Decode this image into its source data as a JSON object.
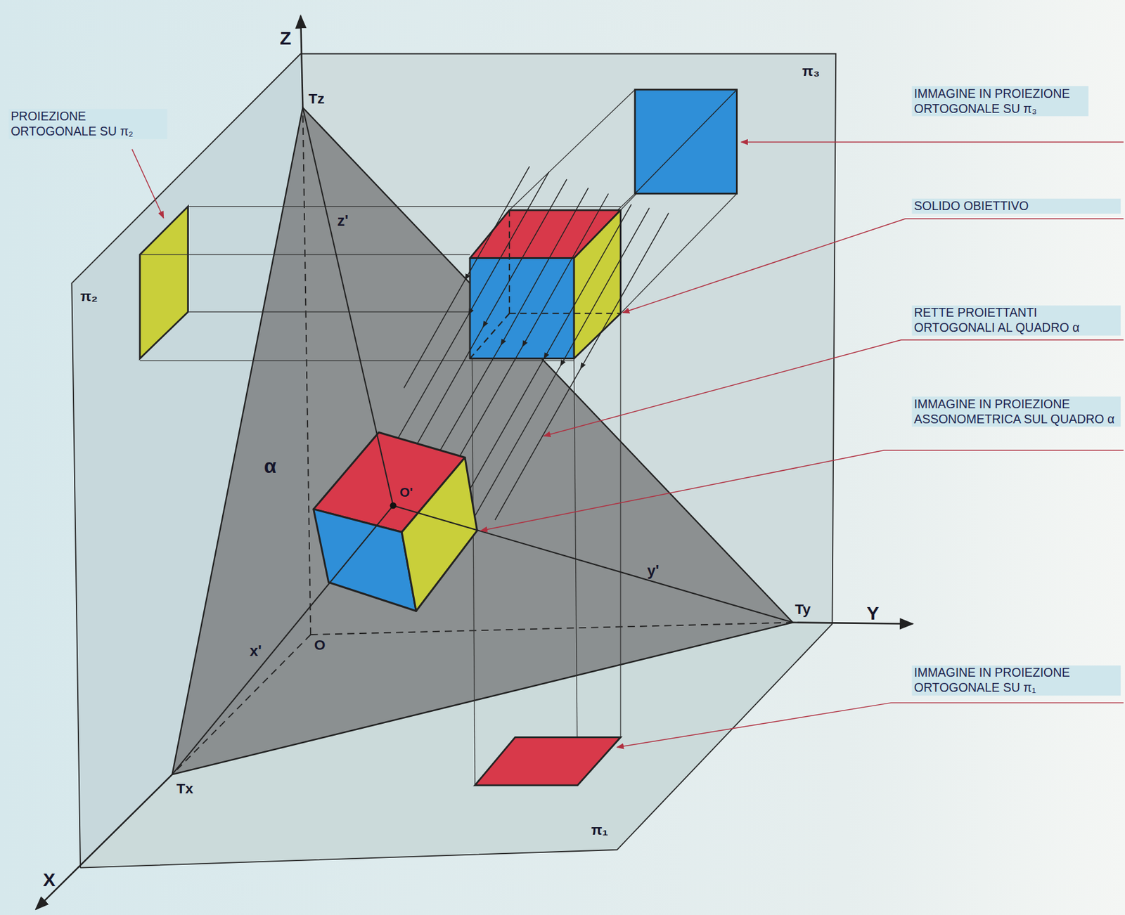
{
  "diagram": {
    "labels": [
      "Z",
      "Y",
      "X",
      "Tz",
      "Tx",
      "Ty",
      "O",
      "O'",
      "x'",
      "y'",
      "z'",
      "α",
      "π₃",
      "π₂",
      "π₁",
      "PROIEZIONE ORTOGONALE SU π₂",
      "IMMAGINE IN PROIEZIONE ORTOGONALE SU π₃",
      "SOLIDO OBIETTIVO",
      "RETTE PROIETTANTI ORTOGONALI AL QUADRO α",
      "IMMAGINE IN PROIEZIONE ASSONOMETRICA SUL QUADRO α",
      "IMMAGINE IN PROIEZIONE ORTOGONALE SU π₁"
    ]
  }
}
